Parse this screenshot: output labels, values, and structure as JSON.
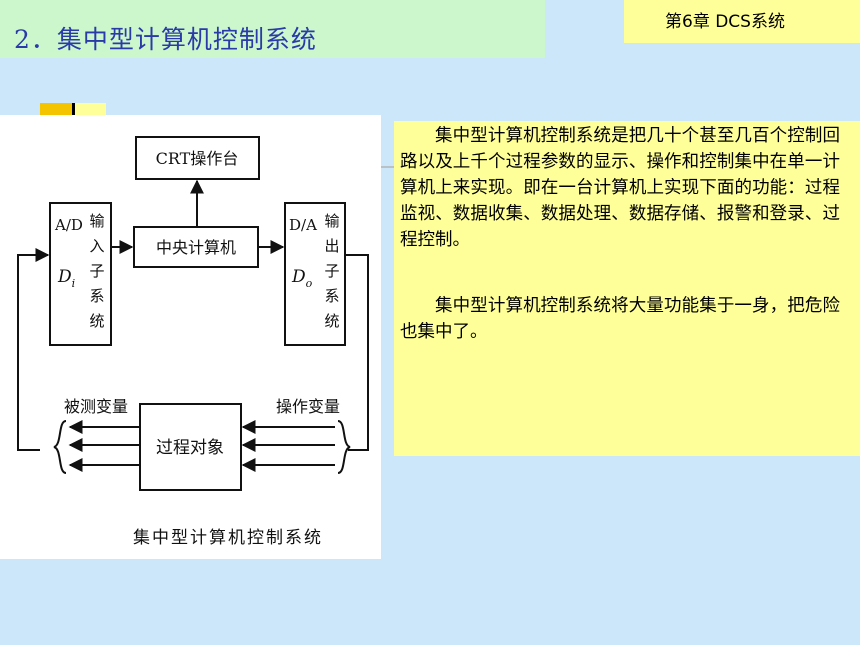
{
  "header": {
    "title": "2．集中型计算机控制系统",
    "chapter": "第6章 DCS系统"
  },
  "diagram": {
    "crt_label": "CRT操作台",
    "central_label": "中央计算机",
    "ad_label": "A/D",
    "input_subsystem": "输入子系统",
    "di_label": "D",
    "di_sub": "i",
    "da_label": "D/A",
    "output_subsystem": "输出子系统",
    "do_label": "D",
    "do_sub": "o",
    "process_label": "过程对象",
    "measured_label": "被测变量",
    "manipulated_label": "操作变量",
    "caption": "集中型计算机控制系统"
  },
  "body": {
    "para1": "集中型计算机控制系统是把几十个甚至几百个控制回路以及上千个过程参数的显示、操作和控制集中在单一计算机上来实现。即在一台计算机上实现下面的功能：过程监视、数据收集、数据处理、数据存储、报警和登录、过程控制。",
    "para2": "集中型计算机控制系统将大量功能集于一身，把危险也集中了。"
  },
  "colors": {
    "background": "#cce6fa",
    "title_bar": "#ccf7cc",
    "title_text": "#2a3aa8",
    "highlight_yellow": "#ffff99"
  }
}
